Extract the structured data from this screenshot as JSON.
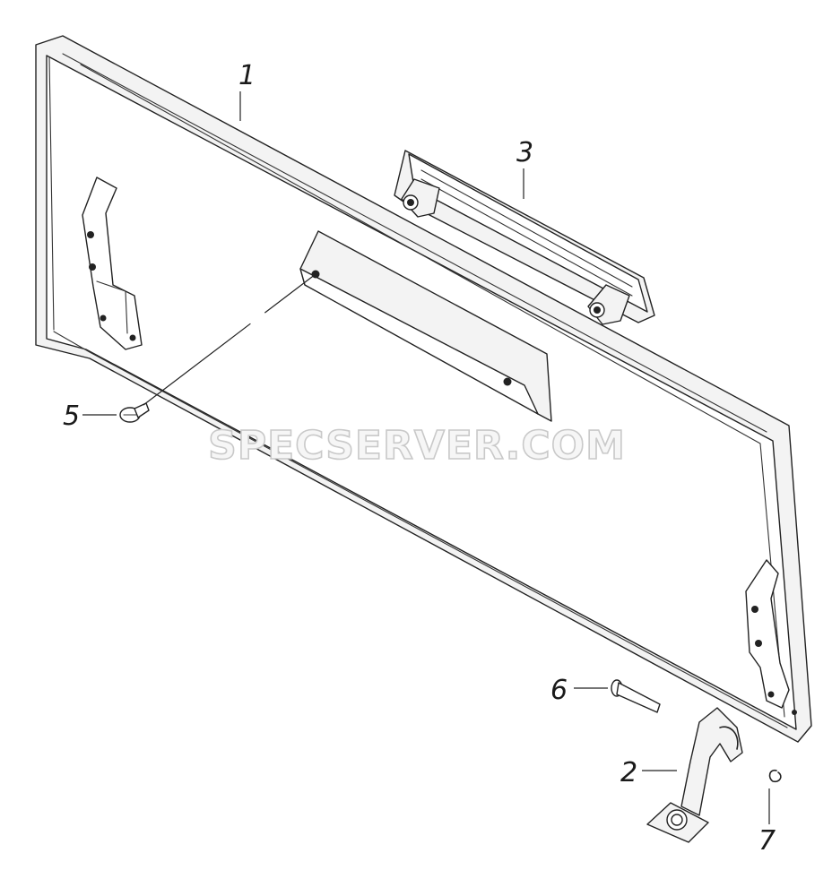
{
  "diagram": {
    "watermark": "SPECSERVER.COM",
    "callouts": {
      "part_1": "1",
      "part_2": "2",
      "part_3": "3",
      "part_5": "5",
      "part_6": "6",
      "part_7": "7"
    }
  }
}
